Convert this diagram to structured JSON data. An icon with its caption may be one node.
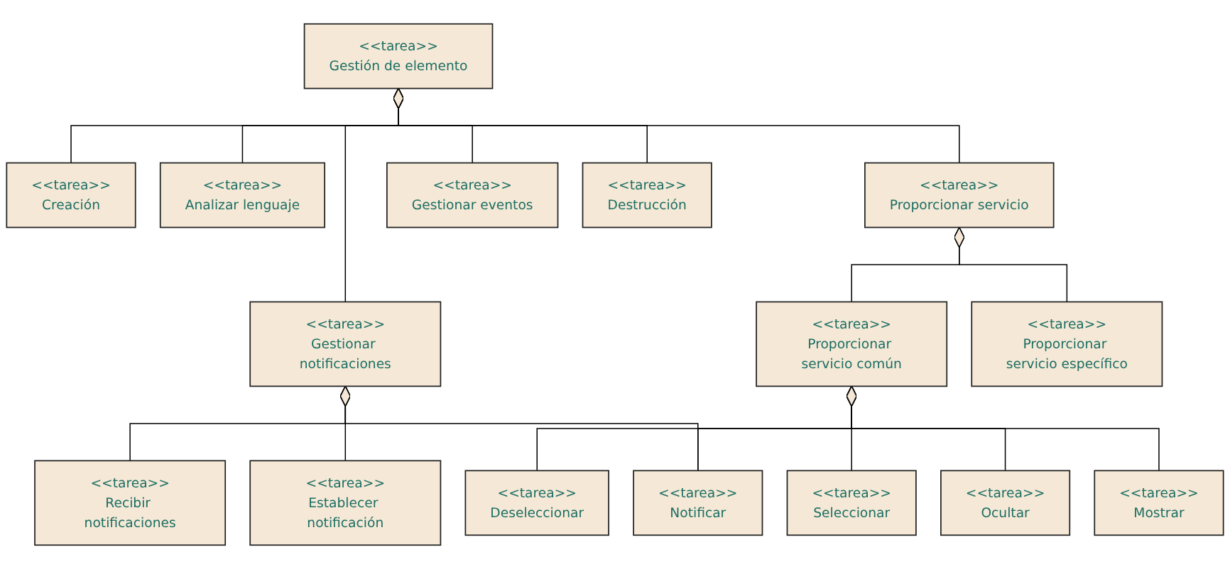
{
  "diagram": {
    "nodes": [
      {
        "text": [
          "<<tarea>>",
          "Gestión de elemento"
        ]
      },
      {
        "text": [
          "<<tarea>>",
          "Creación"
        ]
      },
      {
        "text": [
          "<<tarea>>",
          "Analizar lenguaje"
        ]
      },
      {
        "text": [
          "<<tarea>>",
          "Proporcionar servicio"
        ]
      },
      {
        "text": [
          "<<tarea>>",
          "Gestionar notificaciones"
        ]
      },
      {
        "text": [
          "<<tarea>>",
          "Gestionar eventos"
        ]
      },
      {
        "text": [
          "<<tarea>>",
          "Destrucción"
        ]
      },
      {
        "text": [
          "<<tarea>>",
          "Proporcionar servicio común"
        ]
      },
      {
        "text": [
          "<<tarea>>",
          "Proporcionar servicio específico"
        ]
      },
      {
        "text": [
          "<<tarea>>",
          "Establecer notificación"
        ]
      },
      {
        "text": [
          "<<tarea>>",
          "Recibir notificaciones"
        ]
      },
      {
        "text": [
          "<<tarea>>",
          "Notificar"
        ]
      },
      {
        "text": [
          "<<tarea>>",
          "Mostrar"
        ]
      },
      {
        "text": [
          "<<tarea>>",
          "Ocultar"
        ]
      },
      {
        "text": [
          "<<tarea>>",
          "Seleccionar"
        ]
      },
      {
        "text": [
          "<<tarea>>",
          "Deseleccionar"
        ]
      }
    ],
    "edges": [
      {
        "from": 0,
        "to": 1,
        "arrow": "other"
      },
      {
        "from": 0,
        "to": 2,
        "arrow": "other"
      },
      {
        "from": 0,
        "to": 3,
        "arrow": "other"
      },
      {
        "from": 0,
        "to": 4,
        "arrow": "other"
      },
      {
        "from": 0,
        "to": 5,
        "arrow": "other"
      },
      {
        "from": 0,
        "to": 6,
        "arrow": "other"
      },
      {
        "from": 3,
        "to": 7,
        "arrow": "other"
      },
      {
        "from": 3,
        "to": 8,
        "arrow": "other"
      },
      {
        "from": 4,
        "to": 9,
        "arrow": "other"
      },
      {
        "from": 4,
        "to": 10,
        "arrow": "other"
      },
      {
        "from": 7,
        "to": 11,
        "arrow": "other"
      },
      {
        "from": 7,
        "to": 12,
        "arrow": "other"
      },
      {
        "from": 7,
        "to": 13,
        "arrow": "other"
      },
      {
        "from": 7,
        "to": 14,
        "arrow": "other"
      },
      {
        "from": 7,
        "to": 15,
        "arrow": "other"
      },
      {
        "from": 4,
        "to": 11,
        "arrow": "other"
      }
    ]
  }
}
